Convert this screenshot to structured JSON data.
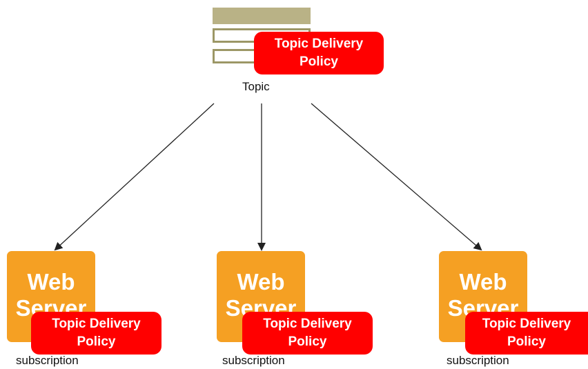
{
  "topic": {
    "label": "Topic",
    "policy": {
      "line1": "Topic Delivery",
      "line2": "Policy"
    },
    "icon": "topic-queue-icon"
  },
  "servers": [
    {
      "title_line1": "Web",
      "title_line2": "Server",
      "policy": {
        "line1": "Topic Delivery",
        "line2": "Policy"
      },
      "caption": "subscription"
    },
    {
      "title_line1": "Web",
      "title_line2": "Server",
      "policy": {
        "line1": "Topic Delivery",
        "line2": "Policy"
      },
      "caption": "subscription"
    },
    {
      "title_line1": "Web",
      "title_line2": "Server",
      "policy": {
        "line1": "Topic Delivery",
        "line2": "Policy"
      },
      "caption": "subscription"
    }
  ],
  "colors": {
    "policy": "#ff0000",
    "server": "#f5a023",
    "topic_bar": "#b9b286",
    "topic_border": "#9c9766",
    "arrow": "#222222"
  }
}
